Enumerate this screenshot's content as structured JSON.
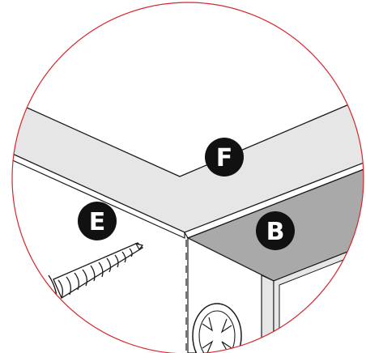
{
  "labels": {
    "panel_top": "F",
    "panel_front_left": "E",
    "panel_back": "B"
  },
  "colors": {
    "circle_outline": "#d7262e",
    "panel_light": "#e6e6e6",
    "panel_dark": "#a9a9a9",
    "badge": "#111111",
    "badge_text": "#ffffff",
    "line": "#1a1a1a"
  },
  "icons": [
    "screw-icon",
    "screw-head-icon"
  ]
}
